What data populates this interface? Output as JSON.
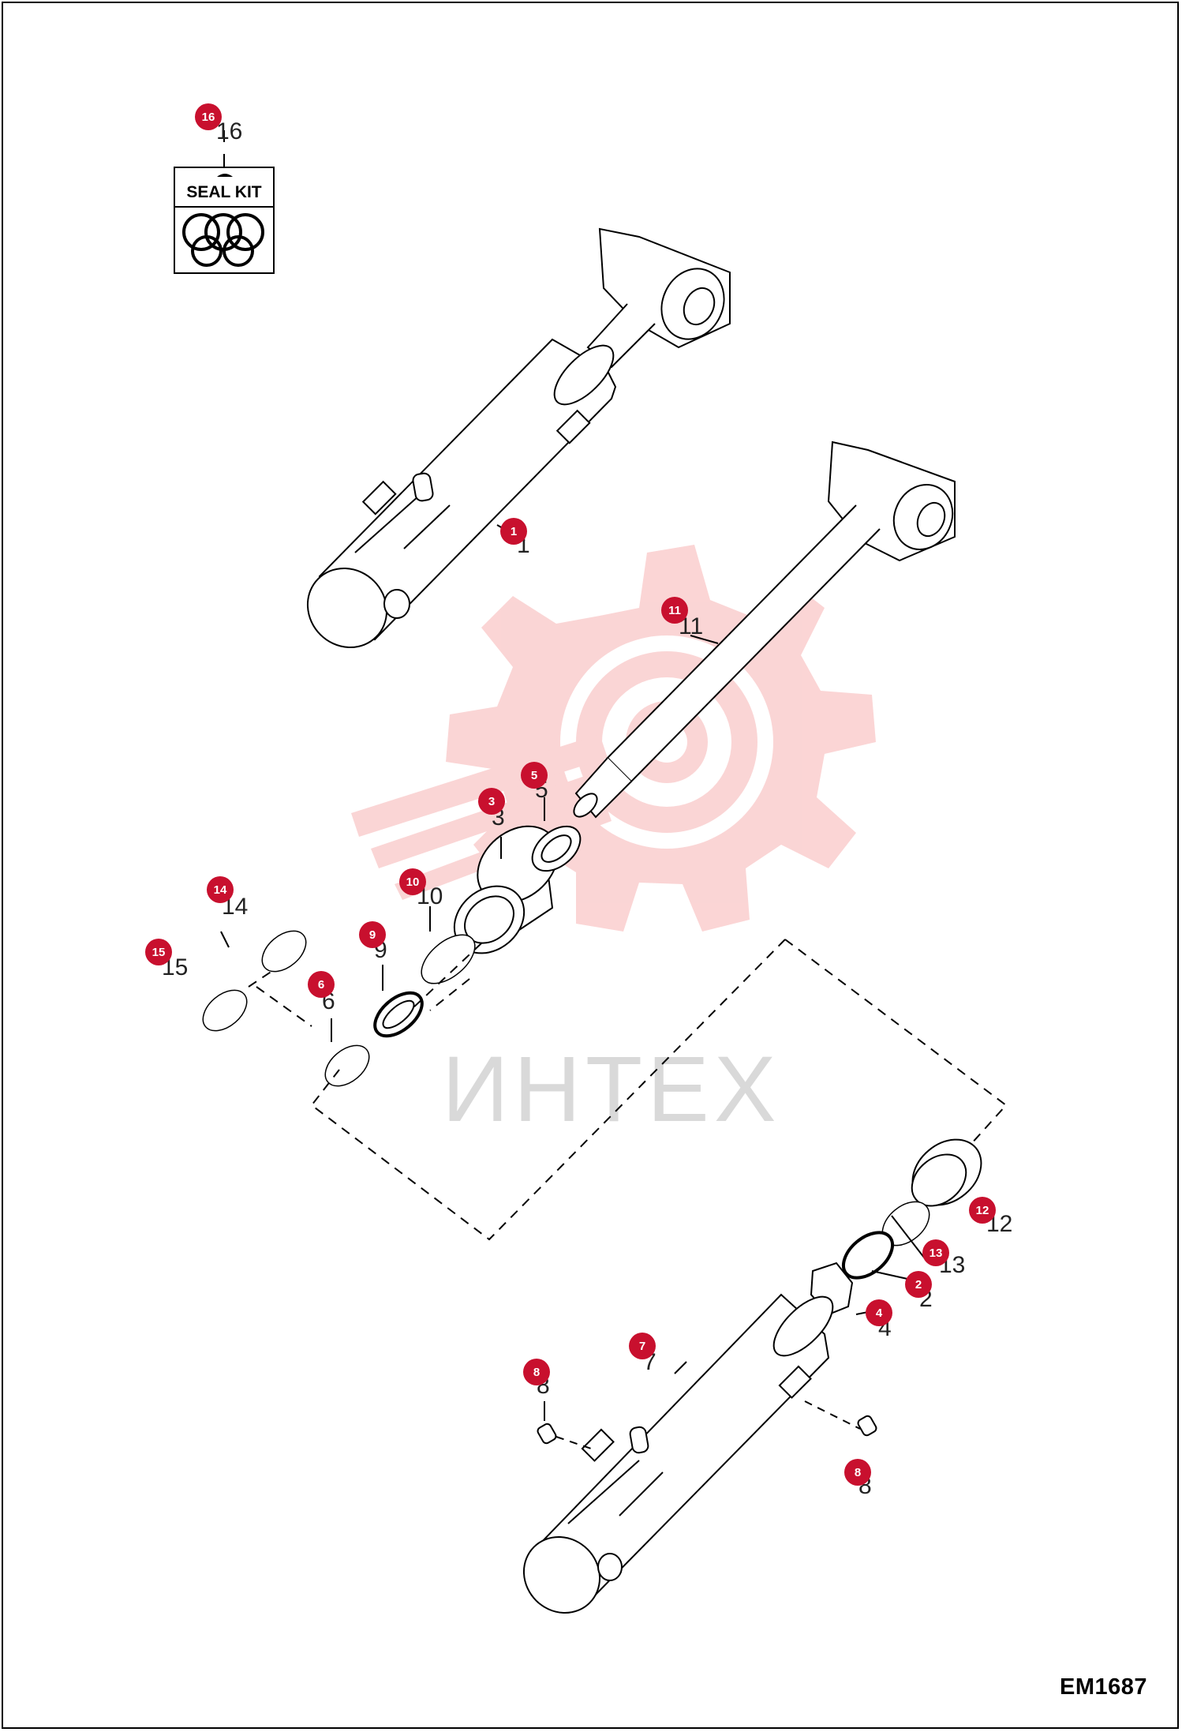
{
  "document": {
    "code": "EM1687"
  },
  "seal_kit": {
    "label": "SEAL KIT"
  },
  "watermark": {
    "text": "ИНТЕХ",
    "color": "#f4b6b6"
  },
  "callout_color": "#c8102e",
  "parts": [
    {
      "id": "p16",
      "callout": "16",
      "label": "16"
    },
    {
      "id": "p1",
      "callout": "1",
      "label": "1"
    },
    {
      "id": "p11",
      "callout": "11",
      "label": "11"
    },
    {
      "id": "p5",
      "callout": "5",
      "label": "5"
    },
    {
      "id": "p3",
      "callout": "3",
      "label": "3"
    },
    {
      "id": "p10",
      "callout": "10",
      "label": "10"
    },
    {
      "id": "p14",
      "callout": "14",
      "label": "14"
    },
    {
      "id": "p9",
      "callout": "9",
      "label": "9"
    },
    {
      "id": "p15",
      "callout": "15",
      "label": "15"
    },
    {
      "id": "p6",
      "callout": "6",
      "label": "6"
    },
    {
      "id": "p12",
      "callout": "12",
      "label": "12"
    },
    {
      "id": "p13",
      "callout": "13",
      "label": "13"
    },
    {
      "id": "p2",
      "callout": "2",
      "label": "2"
    },
    {
      "id": "p4",
      "callout": "4",
      "label": "4"
    },
    {
      "id": "p7",
      "callout": "7",
      "label": "7"
    },
    {
      "id": "p8a",
      "callout": "8",
      "label": "8"
    },
    {
      "id": "p8b",
      "callout": "8",
      "label": "8"
    }
  ]
}
